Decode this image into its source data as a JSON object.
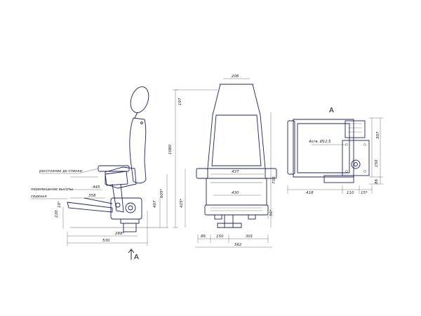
{
  "side_view": {
    "labels": {
      "backrest_recline": "расстояние до спинки",
      "height_adjust_line1": "перемещение высоты",
      "height_adjust_line2": "сиденья"
    },
    "dims": {
      "d445": "445",
      "d358": "358",
      "d10": "10°",
      "d220": "220",
      "d288": "288*",
      "d530": "530",
      "d407": "407",
      "d605": "605*",
      "d1080": "1080",
      "d197": "197"
    },
    "view_arrow_label": "A"
  },
  "front_view": {
    "dims": {
      "d206": "206",
      "d437": "437",
      "d430": "430",
      "d730": "730",
      "d425": "425*",
      "d56": "56*",
      "d86": "86",
      "d150": "150",
      "d301": "301",
      "d562": "562"
    }
  },
  "top_view": {
    "title": "A",
    "dims": {
      "holes": "4отв. Ø12,5",
      "d307": "307",
      "d150": "150",
      "d86": "86",
      "d418": "418",
      "d110": "110",
      "d15": "15*"
    }
  }
}
